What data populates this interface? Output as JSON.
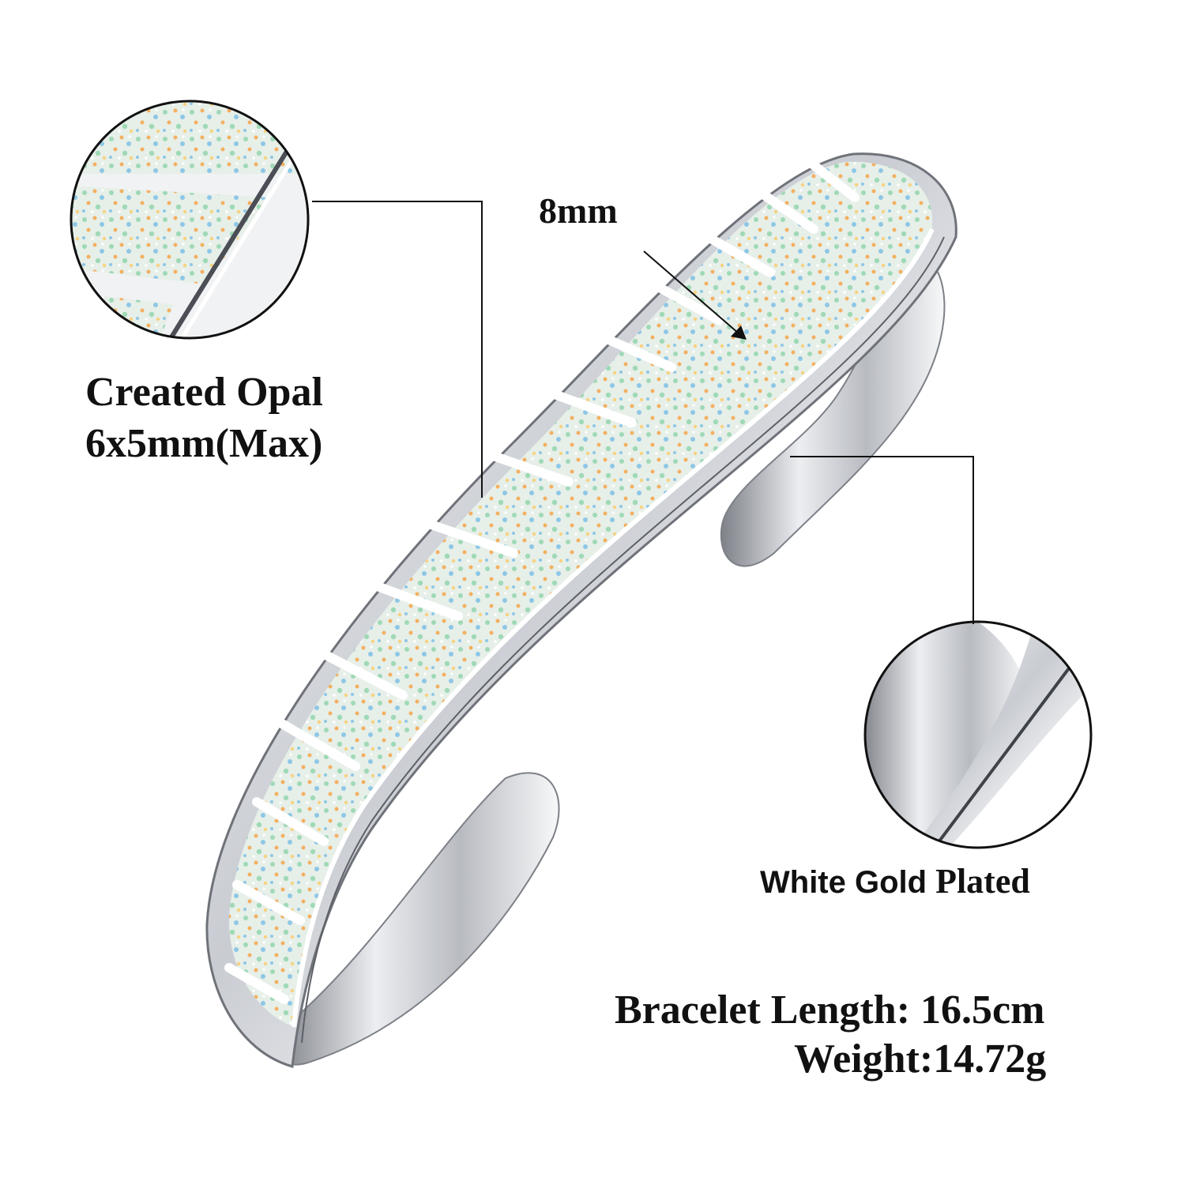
{
  "callouts": {
    "width": {
      "text": "8mm"
    },
    "opal": {
      "line1": "Created Opal",
      "line2": "6x5mm(Max)"
    },
    "plating": {
      "part1": "White Gold",
      "part2": "Plated"
    }
  },
  "specs": {
    "length": "Bracelet Length: 16.5cm",
    "weight": "Weight:14.72g"
  },
  "colors": {
    "metal": "#d9dbe0",
    "metal_dark": "#8d9097",
    "opal_base": "#e7efe9",
    "opal_green": "#9fd9b6",
    "opal_orange": "#f3b061",
    "opal_blue": "#8ec7e6"
  }
}
